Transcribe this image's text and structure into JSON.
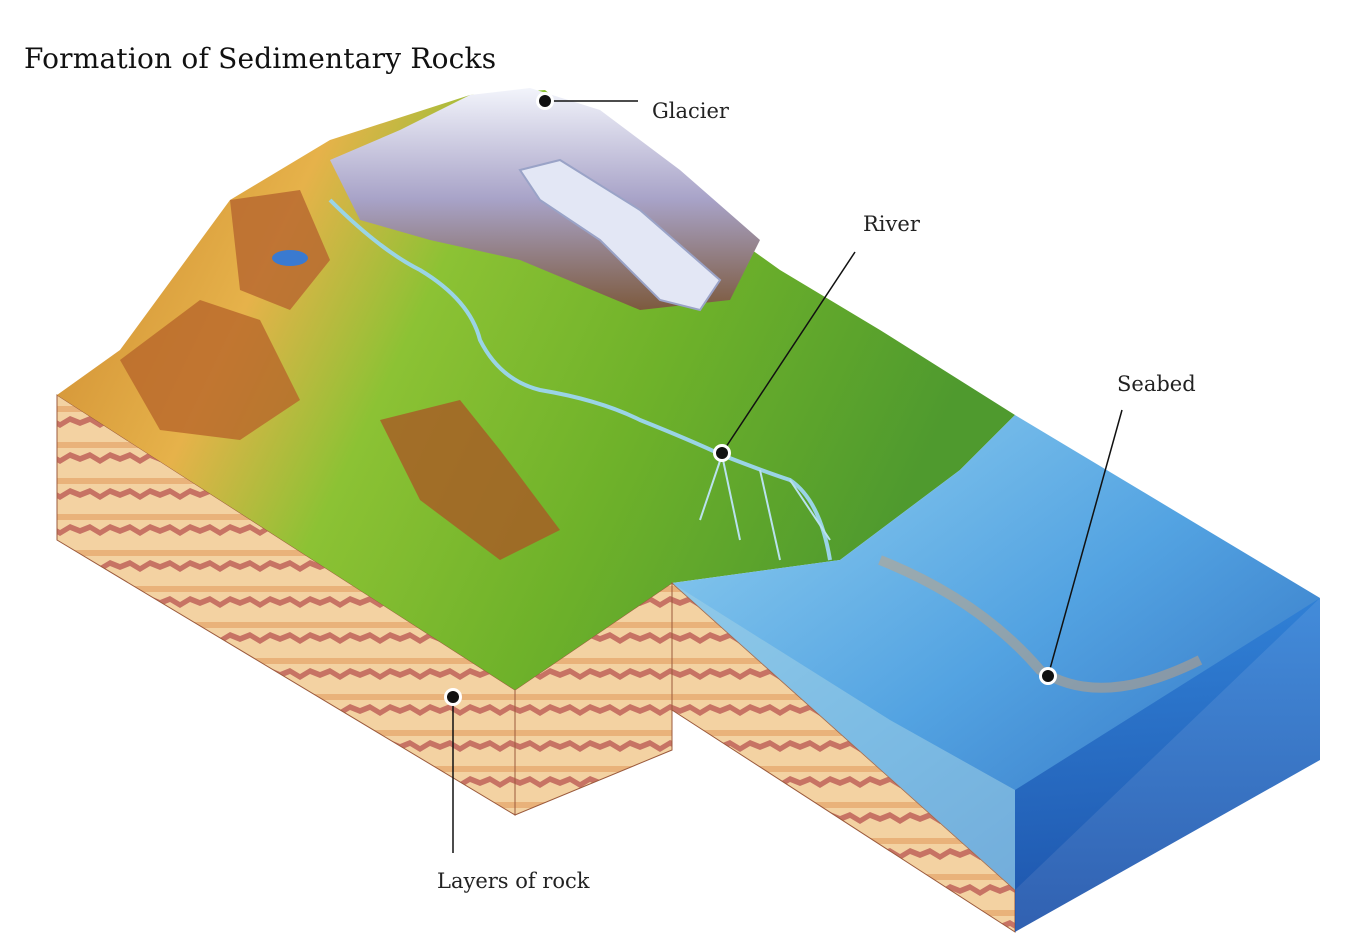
{
  "title": "Formation of Sedimentary Rocks",
  "labels": {
    "glacier": "Glacier",
    "river": "River",
    "seabed": "Seabed",
    "layers": "Layers of rock"
  },
  "colors": {
    "desert": "#d9a040",
    "grass": "#7cb82a",
    "snow": "#dfe4f2",
    "sea": "#3f8fd6",
    "rock_light": "#f2cfa0",
    "rock_dark": "#b9685a"
  }
}
